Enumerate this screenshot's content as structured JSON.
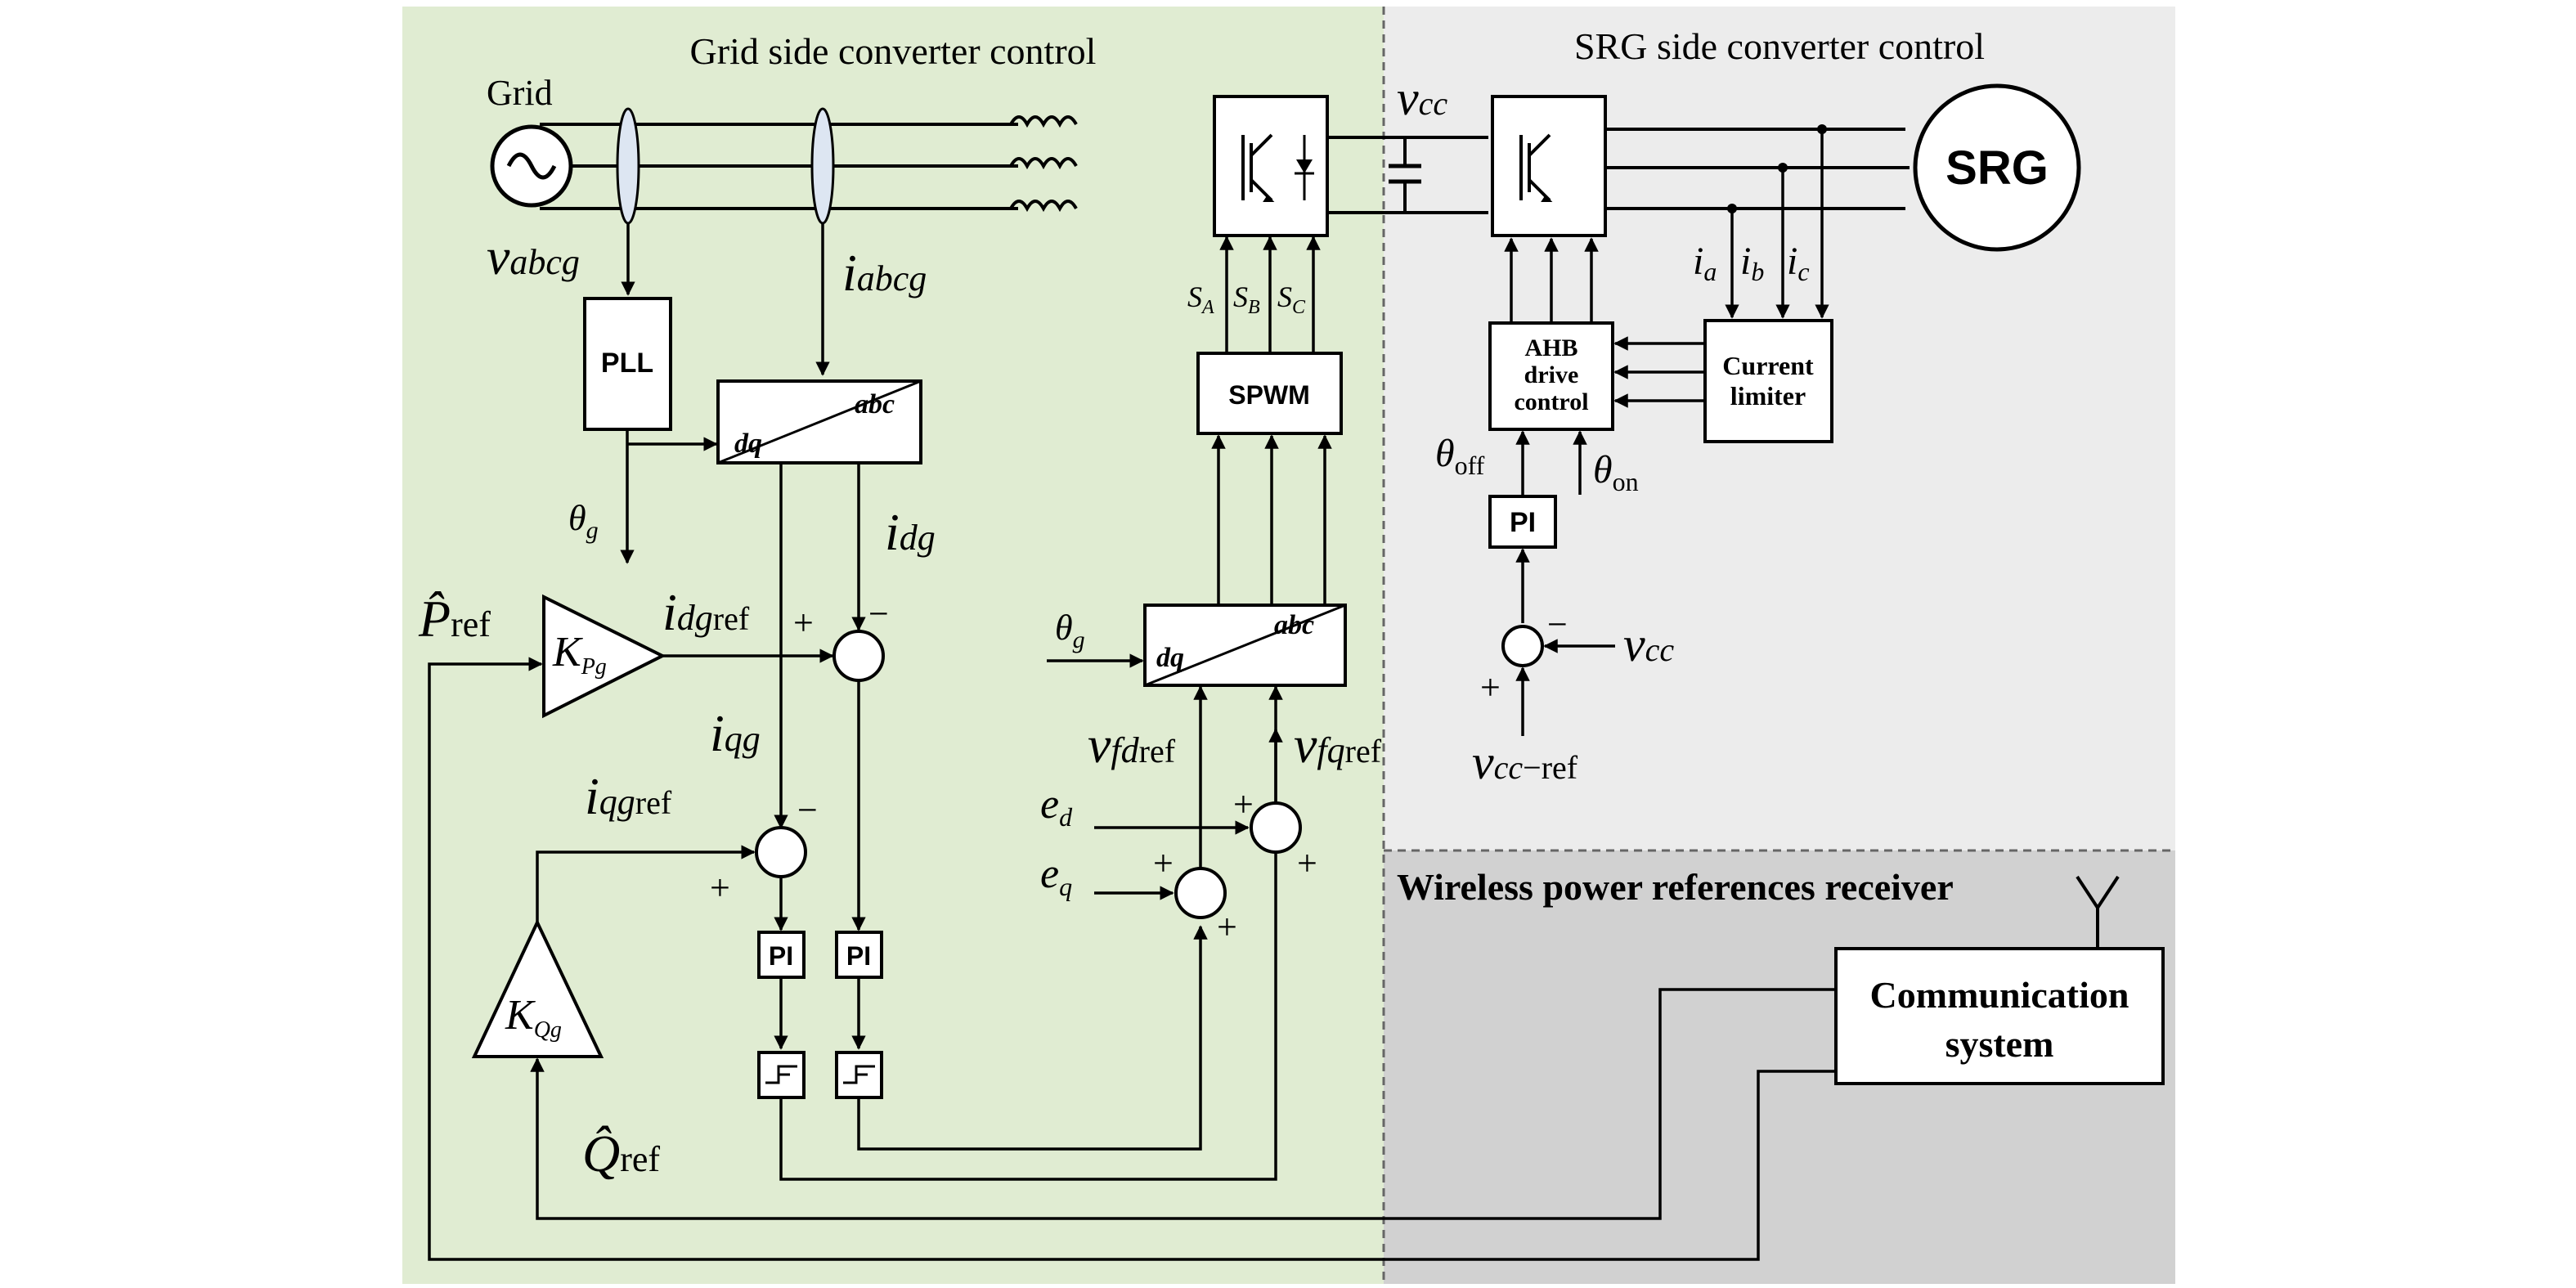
{
  "regions": {
    "grid_side": {
      "title": "Grid side converter control",
      "color": "#e0ecd2"
    },
    "srg_side": {
      "title": "SRG side converter control",
      "color": "#ececec"
    },
    "wireless": {
      "title": "Wireless power references receiver",
      "color": "#d1d1d1"
    }
  },
  "blocks": {
    "grid": "Grid",
    "pll": "PLL",
    "spwm": "SPWM",
    "srg": "SRG",
    "ahb_drive_control": [
      "AHB",
      "drive",
      "control"
    ],
    "current_limiter": [
      "Current",
      "limiter"
    ],
    "communication_system": [
      "Communication",
      "system"
    ],
    "pi": "PI",
    "abc": "abc",
    "dq": "dq"
  },
  "signals": {
    "v_abcg": "v_abcg",
    "i_abcg": "i_abcg",
    "theta_g": "θ_g",
    "i_dg": "i_dg",
    "i_qg": "i_qg",
    "i_dg_ref": "i_dg_ref",
    "i_qg_ref": "i_qg_ref",
    "p_ref": "P̂_ref",
    "q_ref": "Q̂_ref",
    "k_pg": "K_Pg",
    "k_qg": "K_Qg",
    "v_fd_ref": "v_fd_ref",
    "v_fq_ref": "v_fq_ref",
    "e_d": "e_d",
    "e_q": "e_q",
    "s_a": "S_A",
    "s_b": "S_B",
    "s_c": "S_C",
    "v_cc": "v_cc",
    "v_cc_ref": "v_cc−ref",
    "theta_off": "θ_off",
    "theta_on": "θ_on",
    "i_a": "i_a",
    "i_b": "i_b",
    "i_c": "i_c"
  },
  "signs": {
    "plus": "+",
    "minus": "−"
  }
}
